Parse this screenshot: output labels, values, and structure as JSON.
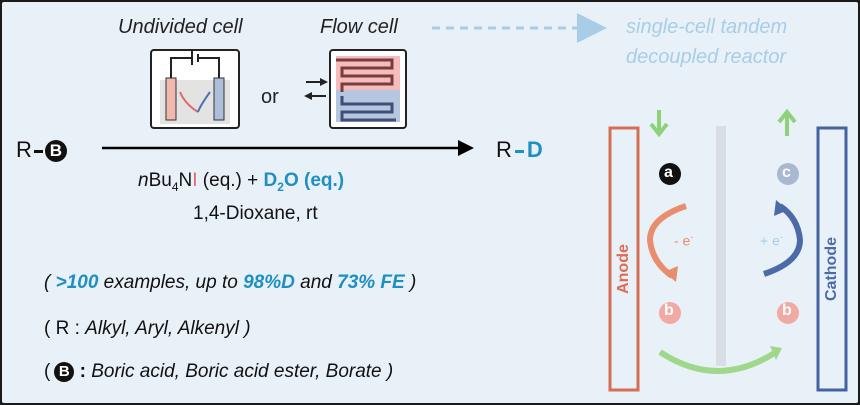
{
  "colors": {
    "blue": "#1f8fc3",
    "iodine": "#e06a6a",
    "anode": "#e8a28e",
    "cathode": "#8fa8c9",
    "light_blue": "#a9cde6"
  },
  "cells": {
    "undivided": "Undivided cell",
    "or": "or",
    "flow": "Flow cell",
    "tandem_line1": "single-cell tandem",
    "tandem_line2": "decoupled reactor"
  },
  "reaction": {
    "reactant_r": "R",
    "reactant_b": "B",
    "product_r": "R",
    "product_d": "D",
    "reagent_n": "n",
    "reagent_bu": "Bu",
    "reagent_sub4": "4",
    "reagent_n2": "N",
    "reagent_i": "I",
    "reagent_eq": " (eq.) + ",
    "d2o_d": "D",
    "d2o_sub2": "2",
    "d2o_o": "O (eq.)",
    "solvent": "1,4-Dioxane, rt"
  },
  "notes": {
    "line1": {
      "open": "( ",
      "count": ">100",
      "mid1": " examples, up  to ",
      "deut": "98%D",
      "mid2": " and ",
      "fe": "73% FE",
      "close": " )"
    },
    "line2": {
      "open": "(  R  :  ",
      "text": "Alkyl, Aryl, Alkenyl )"
    },
    "line3": {
      "open": "(",
      "badge": "B",
      "colon": " :  ",
      "text": "Boric acid, Boric acid ester, Borate )"
    }
  },
  "reactor": {
    "anode": "Anode",
    "cathode": "Cathode",
    "a": "a",
    "b_left": "b",
    "b_right": "b",
    "c": "c",
    "minus_e": "- e",
    "plus_e": "+ e",
    "sup": "-"
  }
}
